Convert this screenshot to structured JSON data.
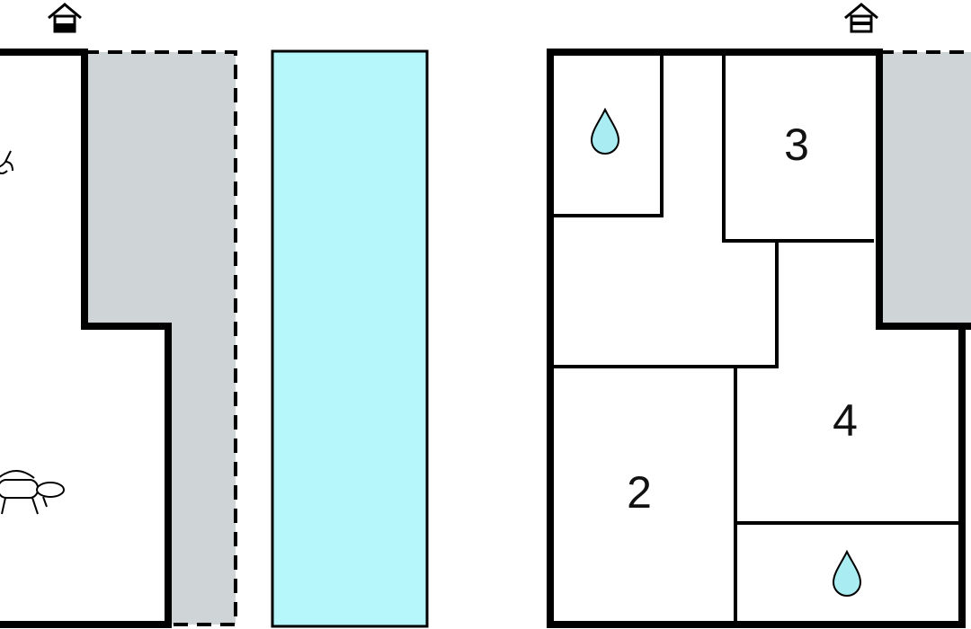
{
  "floor_plan": {
    "colors": {
      "wall": "#000000",
      "terrace": "#cfd4d6",
      "pool": "#b6f7fb",
      "water_icon": "#a9ecf2",
      "background": "#ffffff"
    },
    "left_floor": {
      "icons": [
        "entrance-icon",
        "plant-icon",
        "sofa-icon"
      ]
    },
    "right_floor": {
      "icons": [
        "entrance-icon",
        "water-drop-icon",
        "water-drop-icon"
      ],
      "rooms": [
        {
          "label": "2"
        },
        {
          "label": "3"
        },
        {
          "label": "4"
        }
      ]
    }
  }
}
